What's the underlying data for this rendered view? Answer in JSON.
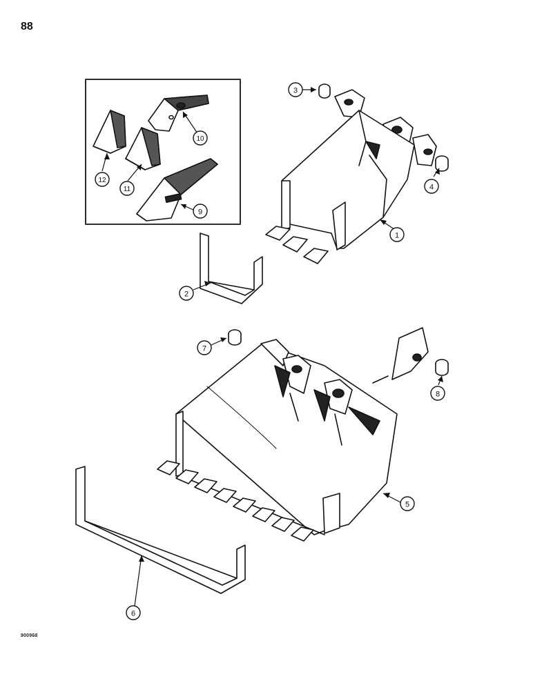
{
  "page_number": "88",
  "figure_code": "900968",
  "callouts": [
    {
      "number": "1"
    },
    {
      "number": "2"
    },
    {
      "number": "3"
    },
    {
      "number": "4"
    },
    {
      "number": "5"
    },
    {
      "number": "6"
    },
    {
      "number": "7"
    },
    {
      "number": "8"
    },
    {
      "number": "9"
    },
    {
      "number": "10"
    },
    {
      "number": "11"
    },
    {
      "number": "12"
    }
  ]
}
